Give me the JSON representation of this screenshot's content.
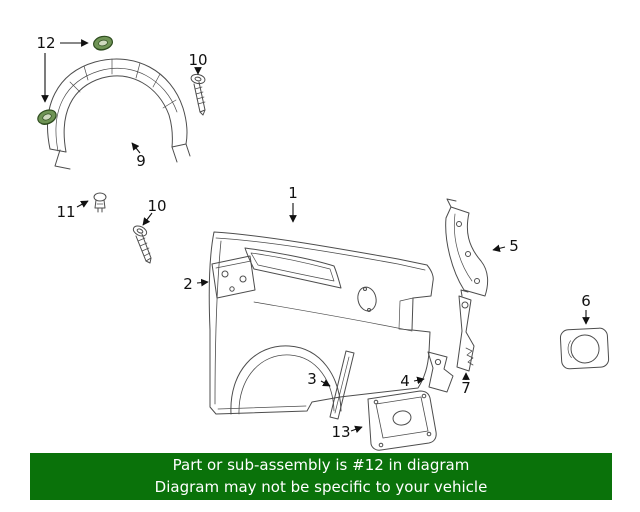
{
  "page": {
    "background": "#ffffff"
  },
  "banner": {
    "line1": "Part or sub-assembly is #12 in diagram",
    "line2": "Diagram may not be specific to your vehicle",
    "bg_color": "#0a720a",
    "text_color": "#ffffff"
  },
  "colors": {
    "highlight": "#6f9455",
    "highlight_inner": "#cfdabf",
    "highlight_dark": "#2f4d20",
    "line_art": "#4d4d4d",
    "callout": "#111111"
  },
  "labels": {
    "part1": "1",
    "part2": "2",
    "part3": "3",
    "part4": "4",
    "part5": "5",
    "part6": "6",
    "part7": "7",
    "part9": "9",
    "part10a": "10",
    "part10b": "10",
    "part11": "11",
    "part12": "12",
    "part13": "13"
  }
}
